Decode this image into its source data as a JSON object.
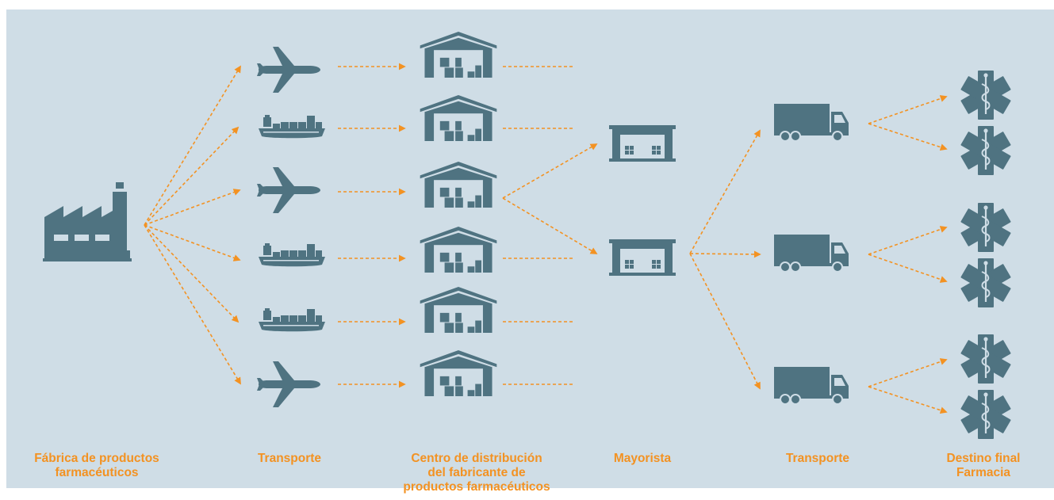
{
  "colors": {
    "background": "#cfdde6",
    "icon": "#4f7381",
    "arrow": "#f39222",
    "label": "#f39222"
  },
  "stages": [
    {
      "id": "factory",
      "label": "Fábrica de productos\nfarmacéuticos",
      "icon": "factory-icon"
    },
    {
      "id": "transport1",
      "label": "Transporte",
      "icon": "plane-icon / ship-icon"
    },
    {
      "id": "distribution",
      "label": "Centro de distribución\ndel fabricante de\nproductos farmacéuticos",
      "icon": "warehouse-icon"
    },
    {
      "id": "wholesaler",
      "label": "Mayorista",
      "icon": "wholesaler-icon"
    },
    {
      "id": "transport2",
      "label": "Transporte",
      "icon": "truck-icon"
    },
    {
      "id": "destination",
      "label": "Destino final\nFarmacia",
      "icon": "pharmacy-icon"
    }
  ],
  "transport_modes": [
    "plane",
    "ship",
    "plane",
    "ship",
    "ship",
    "plane"
  ]
}
